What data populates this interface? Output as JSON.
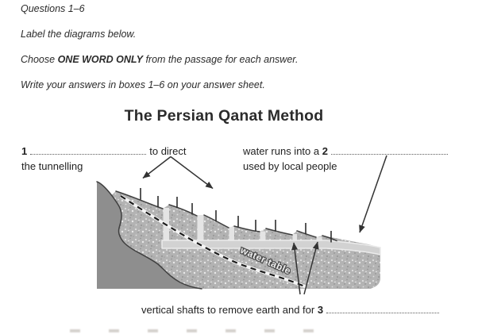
{
  "page": {
    "instructions": {
      "heading": "Questions 1–6",
      "label_line": "Label the diagrams below.",
      "choose_line": {
        "pre": "Choose ",
        "bold": "ONE WORD ONLY",
        "post": " from the passage for each answer."
      },
      "write_line": "Write your answers in boxes 1–6 on your answer sheet."
    },
    "diagram": {
      "title": "The Persian Qanat Method",
      "label_1": {
        "number": "1",
        "after_blank": "to direct",
        "line2": "the tunnelling"
      },
      "label_2": {
        "before_blank": "water runs into a",
        "number": "2",
        "line2": "used by local people"
      },
      "label_3": {
        "before_blank": "vertical shafts to remove earth and for",
        "number": "3"
      },
      "water_table_label": "water table"
    },
    "colors": {
      "ink": "#2b2b2b",
      "arrow": "#333333",
      "bedrock_gray": "#8e8e8e",
      "earth_gray": "#b3b3b3",
      "tunnel_gray": "#d2d2d2",
      "shaft_gray": "#e4e4e4",
      "outline": "#3f3f3f"
    }
  }
}
